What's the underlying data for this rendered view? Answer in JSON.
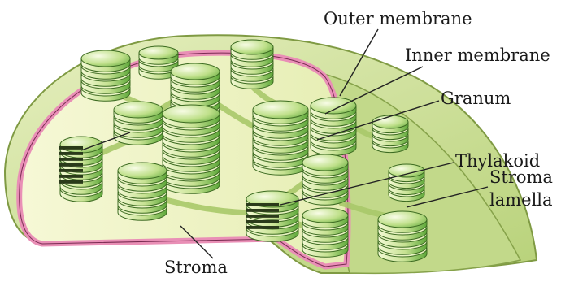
{
  "labels": {
    "outer_membrane": "Outer membrane",
    "inner_membrane": "Inner membrane",
    "granum": "Granum",
    "thylakoid": "Thylakoid",
    "stroma_lamella_line1": "Stroma",
    "stroma_lamella_line2": "lamella",
    "stroma": "Stroma"
  },
  "colors": {
    "outer_membrane": "#d2e3a0",
    "inner_membrane_pink": "#e98fb6",
    "stroma": "#f2f5c6",
    "granum_light": "#eef6c8",
    "granum_dark": "#5fa63a",
    "thylakoid_dark": "#2a3a1a",
    "leader_line": "#222222"
  }
}
